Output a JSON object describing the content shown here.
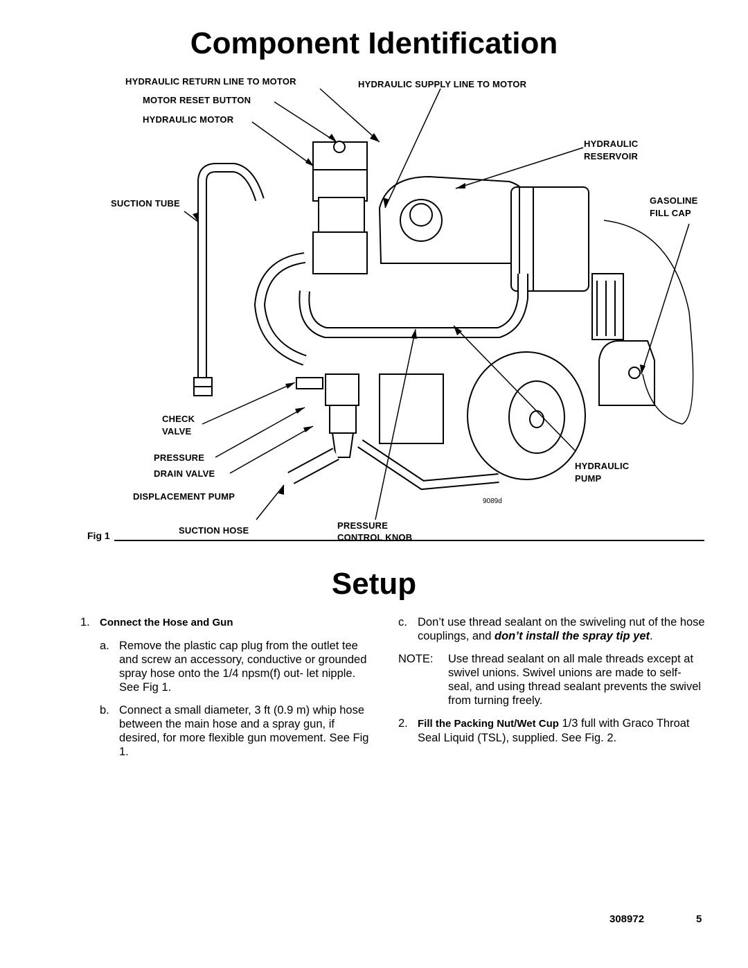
{
  "headings": {
    "component_identification": "Component Identification",
    "setup": "Setup"
  },
  "figure": {
    "caption": "Fig 1",
    "drawing_id": "9089d",
    "labels": {
      "return_line": "HYDRAULIC RETURN LINE TO MOTOR",
      "supply_line": "HYDRAULIC SUPPLY LINE TO MOTOR",
      "reset_button": "MOTOR RESET BUTTON",
      "hydraulic_motor": "HYDRAULIC MOTOR",
      "reservoir_1": "HYDRAULIC",
      "reservoir_2": "RESERVOIR",
      "suction_tube": "SUCTION TUBE",
      "gas_cap_1": "GASOLINE",
      "gas_cap_2": "FILL CAP",
      "check_valve_1": "CHECK",
      "check_valve_2": "VALVE",
      "pressure": "PRESSURE",
      "drain_valve": "DRAIN VALVE",
      "displacement_pump": "DISPLACEMENT PUMP",
      "suction_hose": "SUCTION HOSE",
      "pressure_knob_1": "PRESSURE",
      "pressure_knob_2": "CONTROL KNOB",
      "hyd_pump_1": "HYDRAULIC",
      "hyd_pump_2": "PUMP"
    }
  },
  "setup": {
    "step1_marker": "1.",
    "step1_title": "Connect the Hose and Gun",
    "a_marker": "a.",
    "a_text": "Remove the plastic cap plug from the outlet tee and screw an accessory, conductive or grounded spray hose onto the 1/4 npsm(f) out- let nipple. See Fig 1.",
    "b_marker": "b.",
    "b_text": "Connect a small diameter, 3 ft (0.9 m) whip hose between the main hose and a spray gun, if desired, for more flexible gun movement. See Fig 1.",
    "c_marker": "c.",
    "c_text": "Don’t use thread sealant on the swiveling nut of the hose couplings, and ",
    "c_emph": "don’t install the spray tip yet",
    "c_end": ".",
    "note_marker": "NOTE:",
    "note_text": "Use thread sealant on all male threads except at swivel unions. Swivel unions are made to self- seal, and using thread sealant prevents the swivel from turning freely.",
    "step2_marker": "2.",
    "step2_title": "Fill the Packing Nut/Wet Cup",
    "step2_text": " 1/3 full with Graco Throat Seal Liquid (TSL), supplied. See Fig. 2."
  },
  "footer": {
    "doc_number": "308972",
    "page": "5"
  }
}
